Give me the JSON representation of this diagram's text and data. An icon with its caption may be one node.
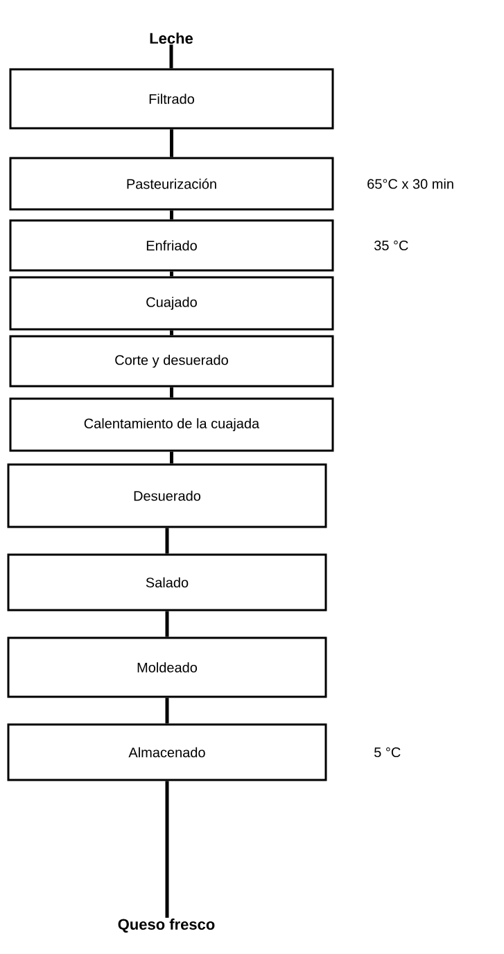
{
  "diagram": {
    "nodes": [
      {
        "text": [
          "Leche"
        ]
      },
      {
        "text": [
          "Filtrado"
        ]
      },
      {
        "text": [
          "Pasteurización"
        ],
        "beside": [
          "65°C x 30 min"
        ]
      },
      {
        "text": [
          "Enfriado"
        ],
        "beside": [
          "35 °C"
        ]
      },
      {
        "text": [
          "Cuajado"
        ]
      },
      {
        "text": [
          "Corte y desuerado"
        ]
      },
      {
        "text": [
          "Calentamiento de la cuajada"
        ]
      },
      {
        "text": [
          "Desuerado"
        ]
      },
      {
        "text": [
          "Salado"
        ]
      },
      {
        "text": [
          "Moldeado"
        ]
      },
      {
        "text": [
          "Almacenado"
        ],
        "beside": [
          "5 °C"
        ]
      },
      {
        "text": [
          "Queso fresco"
        ]
      }
    ],
    "edges": [
      {
        "from": 0,
        "to": 1,
        "arrow": "none"
      },
      {
        "from": 1,
        "to": 2,
        "arrow": "none"
      },
      {
        "from": 2,
        "to": 3,
        "arrow": "none"
      },
      {
        "from": 3,
        "to": 4,
        "arrow": "none"
      },
      {
        "from": 4,
        "to": 5,
        "arrow": "none"
      },
      {
        "from": 5,
        "to": 6,
        "arrow": "none"
      },
      {
        "from": 6,
        "to": 7,
        "arrow": "none"
      },
      {
        "from": 7,
        "to": 8,
        "arrow": "none"
      },
      {
        "from": 8,
        "to": 9,
        "arrow": "none"
      },
      {
        "from": 9,
        "to": 10,
        "arrow": "none"
      },
      {
        "from": 10,
        "to": 11,
        "arrow": "none"
      }
    ]
  }
}
